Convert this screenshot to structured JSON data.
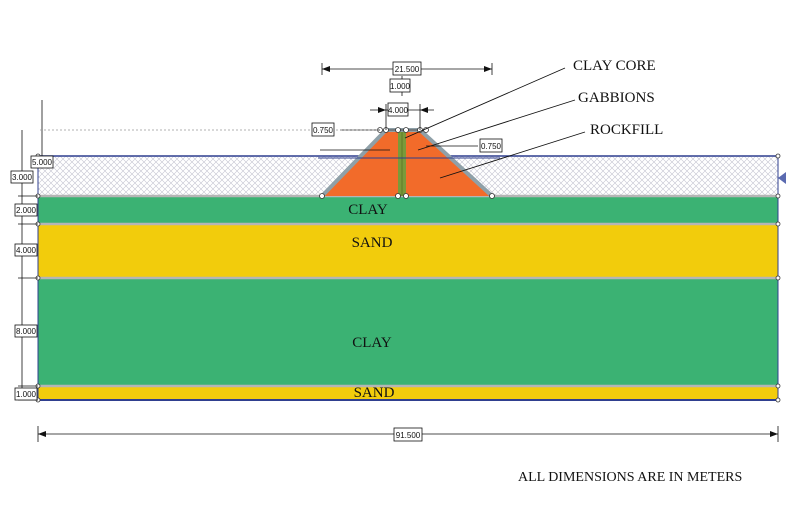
{
  "labels": {
    "clay_core": "CLAY CORE",
    "gabbions": "GABBIONS",
    "rockfill": "ROCKFILL",
    "clay_top": "CLAY",
    "sand_top": "SAND",
    "clay_big": "CLAY",
    "sand_bottom": "SAND"
  },
  "dimensions": {
    "crest_total": "21.500",
    "core_width": "1.000",
    "crest_width": "4.000",
    "left_step": "0.750",
    "right_step": "0.750",
    "water_depth": "5.000",
    "upper_fill": "3.000",
    "clay_top_thickness": "2.000",
    "sand_top_thickness": "4.000",
    "clay_big_thickness": "8.000",
    "sand_bottom_thickness": "1.000",
    "total_length": "91.500"
  },
  "note": "ALL DIMENSIONS ARE IN METERS",
  "colors": {
    "clay": "#3bb273",
    "sand": "#f2cc0c",
    "rockfill": "#f26b2a",
    "gabbion": "#8fa0a8",
    "core": "#7a9a3a",
    "water_hatch": "#b9b9c8",
    "outline": "#2f3f8f"
  }
}
